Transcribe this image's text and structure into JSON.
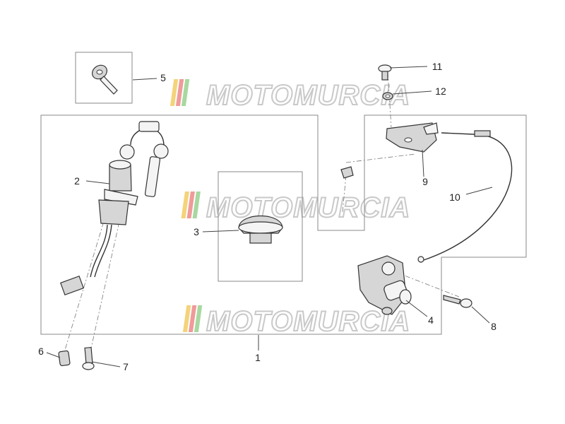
{
  "watermark": {
    "text": "MOTOMURCIA"
  },
  "callouts": {
    "c1": "1",
    "c2": "2",
    "c3": "3",
    "c4": "4",
    "c5": "5",
    "c6": "6",
    "c7": "7",
    "c8": "8",
    "c9": "9",
    "c10": "10",
    "c11": "11",
    "c12": "12"
  }
}
